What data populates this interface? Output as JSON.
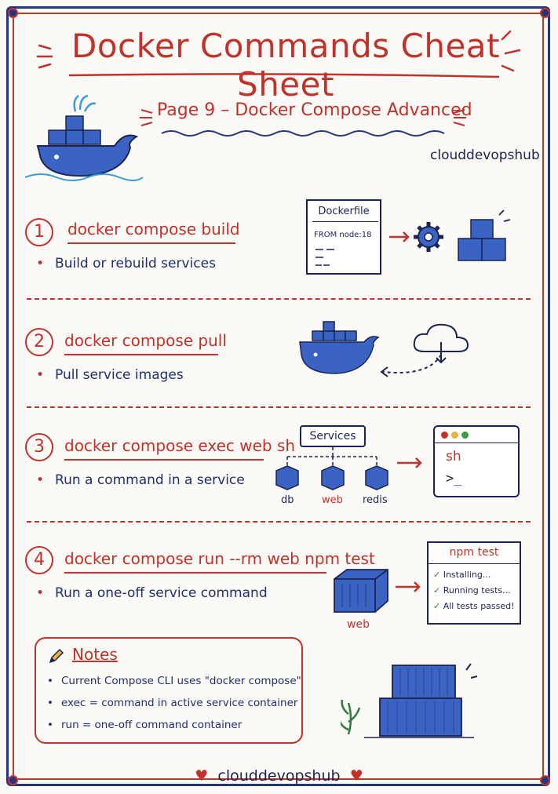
{
  "header": {
    "title": "Docker Commands Cheat Sheet",
    "subtitle": "Page 9 – Docker Compose Advanced",
    "brand": "clouddevopshub"
  },
  "sections": [
    {
      "number": "1",
      "command": "docker compose build",
      "description": "Build or rebuild services",
      "illustration": {
        "dockerfile_title": "Dockerfile",
        "dockerfile_line": "FROM node:18"
      }
    },
    {
      "number": "2",
      "command": "docker compose pull",
      "description": "Pull service images"
    },
    {
      "number": "3",
      "command": "docker compose exec web sh",
      "description": "Run a command in a service",
      "illustration": {
        "services_label": "Services",
        "service_names": [
          "db",
          "web",
          "redis"
        ],
        "terminal_text": "sh",
        "terminal_prompt": ">_"
      }
    },
    {
      "number": "4",
      "command": "docker compose run --rm web npm test",
      "description": "Run a one-off service command",
      "illustration": {
        "container_label": "web",
        "panel_title": "npm test",
        "steps": [
          "Installing...",
          "Running tests...",
          "All tests passed!"
        ]
      }
    }
  ],
  "notes": {
    "title": "Notes",
    "items": [
      "Current Compose CLI uses \"docker compose\"",
      "exec = command in active service container",
      "run = one-off command container"
    ]
  },
  "footer": {
    "brand": "clouddevopshub"
  },
  "colors": {
    "accent_red": "#c0322a",
    "ink_blue": "#1f2f6e",
    "docker_blue": "#3b63c4"
  }
}
